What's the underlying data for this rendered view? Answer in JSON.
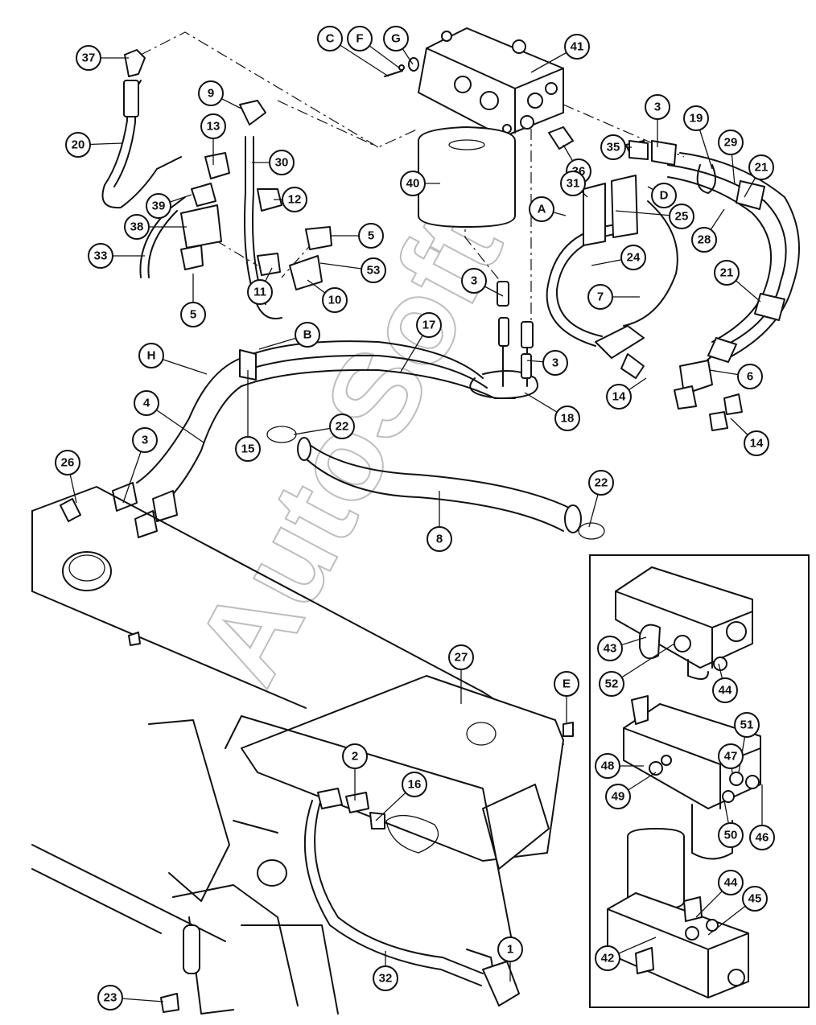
{
  "watermark": {
    "text": "AutoSoft"
  },
  "callouts": [
    {
      "label": "37"
    },
    {
      "label": "C"
    },
    {
      "label": "F"
    },
    {
      "label": "G"
    },
    {
      "label": "41"
    },
    {
      "label": "9"
    },
    {
      "label": "13"
    },
    {
      "label": "20"
    },
    {
      "label": "30"
    },
    {
      "label": "40"
    },
    {
      "label": "3"
    },
    {
      "label": "19"
    },
    {
      "label": "29"
    },
    {
      "label": "21"
    },
    {
      "label": "35"
    },
    {
      "label": "36"
    },
    {
      "label": "D"
    },
    {
      "label": "31"
    },
    {
      "label": "A"
    },
    {
      "label": "25"
    },
    {
      "label": "28"
    },
    {
      "label": "12"
    },
    {
      "label": "39"
    },
    {
      "label": "38"
    },
    {
      "label": "5"
    },
    {
      "label": "33"
    },
    {
      "label": "53"
    },
    {
      "label": "11"
    },
    {
      "label": "10"
    },
    {
      "label": "5"
    },
    {
      "label": "24"
    },
    {
      "label": "21"
    },
    {
      "label": "3"
    },
    {
      "label": "7"
    },
    {
      "label": "H"
    },
    {
      "label": "B"
    },
    {
      "label": "17"
    },
    {
      "label": "3"
    },
    {
      "label": "6"
    },
    {
      "label": "14"
    },
    {
      "label": "4"
    },
    {
      "label": "22"
    },
    {
      "label": "18"
    },
    {
      "label": "14"
    },
    {
      "label": "3"
    },
    {
      "label": "15"
    },
    {
      "label": "26"
    },
    {
      "label": "22"
    },
    {
      "label": "8"
    },
    {
      "label": "43"
    },
    {
      "label": "52"
    },
    {
      "label": "44"
    },
    {
      "label": "27"
    },
    {
      "label": "E"
    },
    {
      "label": "51"
    },
    {
      "label": "47"
    },
    {
      "label": "48"
    },
    {
      "label": "49"
    },
    {
      "label": "50"
    },
    {
      "label": "46"
    },
    {
      "label": "2"
    },
    {
      "label": "16"
    },
    {
      "label": "44"
    },
    {
      "label": "45"
    },
    {
      "label": "42"
    },
    {
      "label": "1"
    },
    {
      "label": "32"
    },
    {
      "label": "23"
    }
  ]
}
